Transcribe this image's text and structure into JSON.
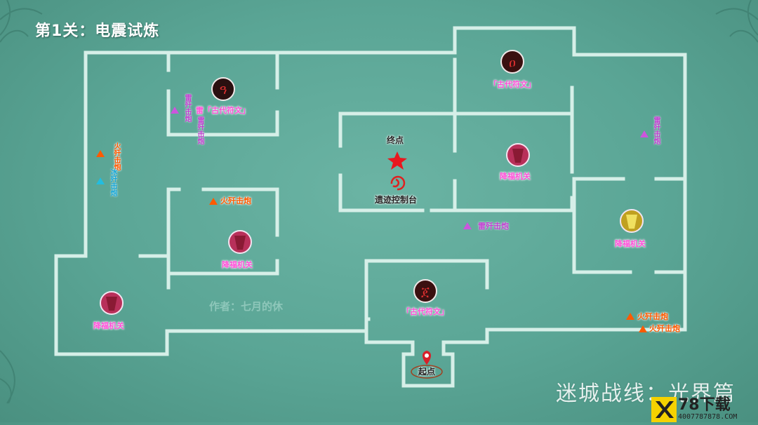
{
  "title": "第1关：电震试炼",
  "author": "作者：七月的休",
  "subtitle": "迷城战线：光界篇",
  "watermark": {
    "text": "78下载",
    "url": "4007787878.COM"
  },
  "markers": {
    "end": "终点",
    "control": "遗迹控制台",
    "start": "起点"
  },
  "labels": {
    "rune_top_right": "「古代符文」",
    "rune_top_left": "雷「古代符文」",
    "rune_bottom": "「古代符文」",
    "boss_center_right": "降福机关",
    "boss_right": "降福机关",
    "boss_mid_left": "降福机关",
    "boss_left": "降福机关",
    "cannon_fire_mid": "火歼击炮",
    "cannon_fire_br1": "火歼击炮",
    "cannon_fire_br2": "火歼击炮",
    "cannon_thunder_center": "雷歼击炮",
    "vert_thunder_left": "雷歼击炮",
    "vert_thunder_left2": "雷歼击炮",
    "vert_fire_left": "火歼击炮",
    "vert_ice_left": "冰歼击炮",
    "vert_thunder_right": "雷歼击炮"
  },
  "colors": {
    "wall": "#d9f0ea",
    "fire": "#ff5a00",
    "thunder": "#cc55dd",
    "ice": "#22bde0",
    "boss_ring": "#f0e0f0",
    "rune_red": "#d8202a"
  }
}
